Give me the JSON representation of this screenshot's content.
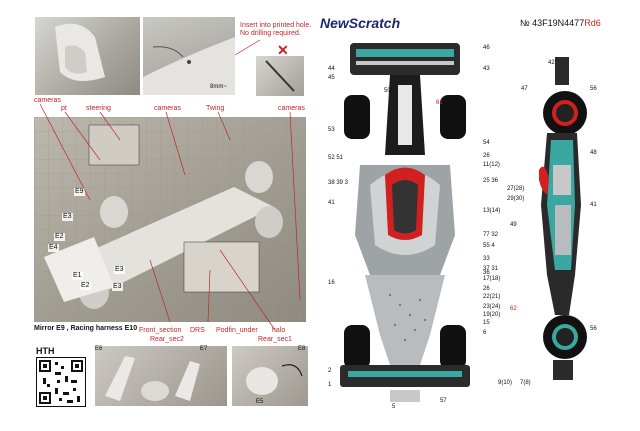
{
  "brand": "NewScratch",
  "serial": "№ 43F19N4477",
  "serial_suffix": "Rd6",
  "instruction": [
    "Insert into printed hole.",
    "No drilling required."
  ],
  "measure": "8mm~",
  "photo_labels": {
    "cameras_left": "cameras",
    "pt": "pt",
    "steering": "steering",
    "cameras_mid": "cameras",
    "twing": "Twing",
    "cameras_right": "cameras"
  },
  "part_callouts": [
    "E9",
    "E3",
    "E2",
    "E4",
    "E1",
    "E2",
    "E3",
    "E3"
  ],
  "caption": "Mirror E9 , Racing harness E10",
  "bottom_labels": {
    "front_section": "Front_section",
    "rear_sec2": "Rear_sec2",
    "drs": "DRS",
    "podfin_under": "Podfin_under",
    "halo": "halo",
    "rear_sec1": "Rear_sec1"
  },
  "hth": "HTH",
  "bottom_photo_labels": [
    "E6",
    "E7",
    "E8",
    "E5"
  ],
  "top_view_numbers": {
    "left": [
      "44",
      "45",
      "53",
      "52 51",
      "38 39 3",
      "41",
      "16",
      "2",
      "1"
    ],
    "mid_left": [
      "50",
      "61"
    ],
    "right": [
      "46",
      "43",
      "54",
      "26",
      "11(12)",
      "25 36",
      "27(28)",
      "29(30)",
      "13(14)",
      "77 32",
      "55 4",
      "33",
      "37 31",
      "17(18)",
      "36",
      "22(21)",
      "23(24)",
      "26",
      "6",
      "15",
      "19(20)",
      "47",
      "57"
    ],
    "bottom": [
      "5"
    ]
  },
  "side_view_numbers": [
    "42",
    "56",
    "48",
    "49",
    "41",
    "62",
    "56",
    "9(10)",
    "7(8)"
  ]
}
